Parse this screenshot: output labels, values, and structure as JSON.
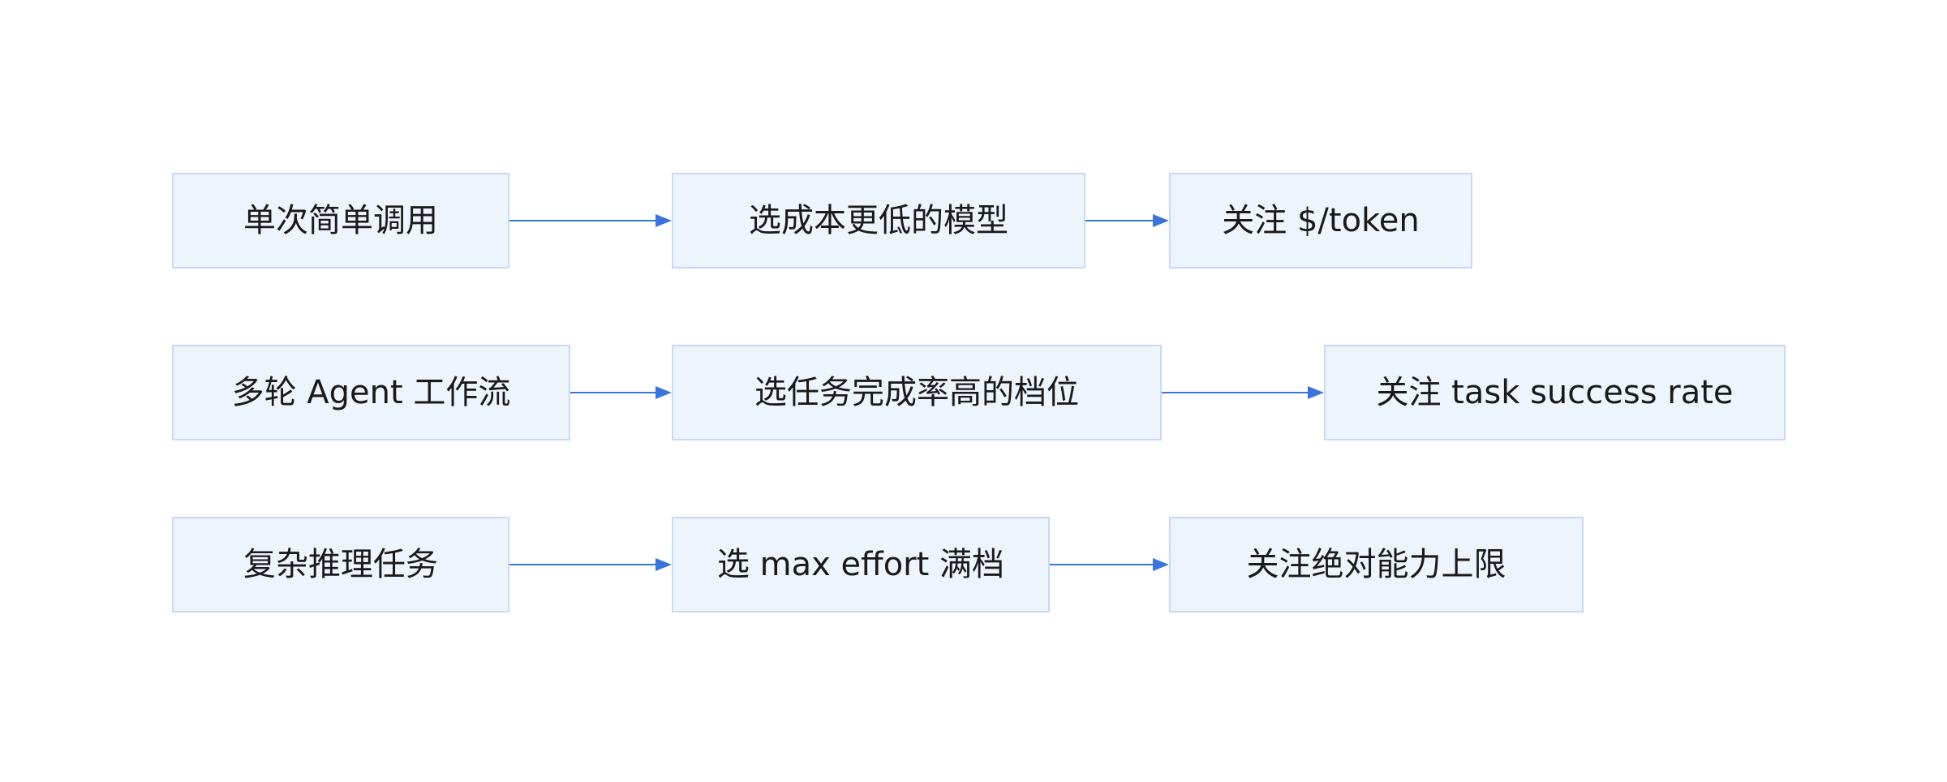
{
  "rows": [
    {
      "scenario": "单次简单调用",
      "choice": "选成本更低的模型",
      "focus": "关注 $/token"
    },
    {
      "scenario": "多轮 Agent 工作流",
      "choice": "选任务完成率高的档位",
      "focus": "关注 task success rate"
    },
    {
      "scenario": "复杂推理任务",
      "choice": "选 max effort 满档",
      "focus": "关注绝对能力上限"
    }
  ],
  "colors": {
    "node_fill": "#eef4fc",
    "node_border": "#c7d9f5",
    "arrow": "#3a74db",
    "text": "#1a1a1a"
  }
}
